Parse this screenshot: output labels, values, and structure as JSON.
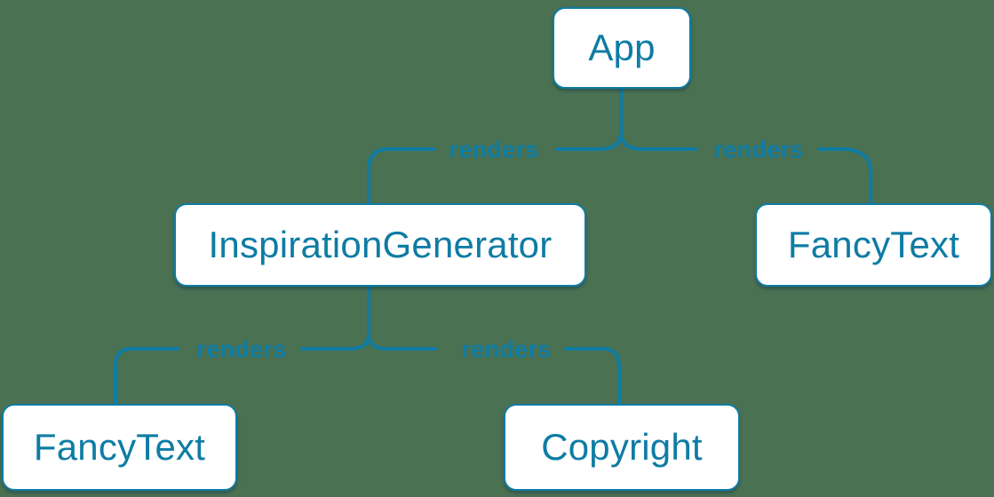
{
  "canvas": {
    "background_color": "#4B7153"
  },
  "colors": {
    "accent": "#0E7CA4",
    "node_background": "#FFFFFF"
  },
  "diagram": {
    "type": "tree",
    "description": "React render tree diagram",
    "nodes": [
      {
        "id": "app",
        "label": "App"
      },
      {
        "id": "inspiration-generator",
        "label": "InspirationGenerator"
      },
      {
        "id": "fancy-text-top",
        "label": "FancyText"
      },
      {
        "id": "fancy-text-bottom",
        "label": "FancyText"
      },
      {
        "id": "copyright",
        "label": "Copyright"
      }
    ],
    "edges": [
      {
        "from": "App",
        "to": "InspirationGenerator",
        "label": "renders"
      },
      {
        "from": "App",
        "to": "FancyText",
        "label": "renders"
      },
      {
        "from": "InspirationGenerator",
        "to": "FancyText",
        "label": "renders"
      },
      {
        "from": "InspirationGenerator",
        "to": "Copyright",
        "label": "renders"
      }
    ]
  }
}
